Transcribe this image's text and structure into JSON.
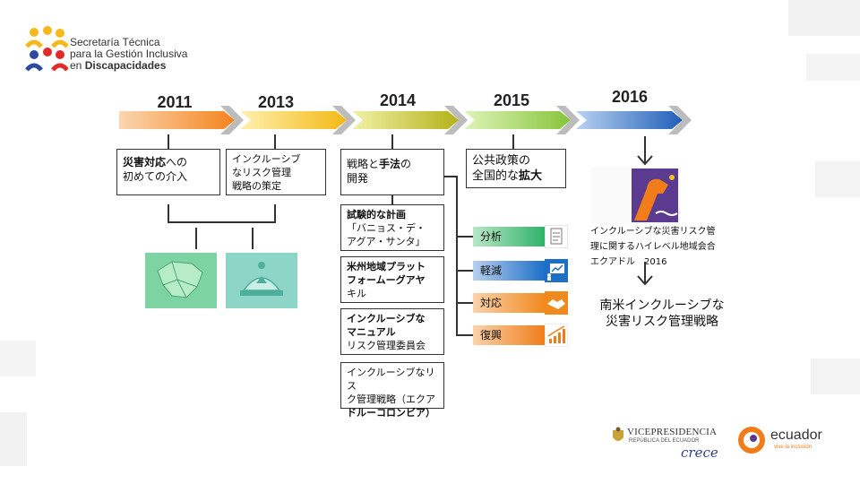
{
  "logo": {
    "line1": "Secretaría Técnica",
    "line2": "para la Gestión Inclusiva",
    "line3_prefix": "en ",
    "line3_bold": "Discapacidades"
  },
  "timeline": {
    "years": [
      "2011",
      "2013",
      "2014",
      "2015",
      "2016"
    ],
    "colors": [
      "#f5891f",
      "#f6c01c",
      "#c5c228",
      "#9fd24a",
      "#2f6fc4"
    ]
  },
  "boxes": {
    "y2011": {
      "bold": "災害対応",
      "rest1": "への",
      "line2": "初めての介入"
    },
    "y2013": {
      "line1": "インクルーシブ",
      "line2": "なリスク管理",
      "line3": "戦略の策定"
    },
    "y2014": {
      "line1_a": "戦略と",
      "line1_b": "手法",
      "line1_c": "の",
      "line2": "開発"
    },
    "y2015": {
      "line1": "公共政策の",
      "line2_a": "全国的な",
      "line2_b": "拡大"
    }
  },
  "sub_items": [
    {
      "bold": "試験的な計画",
      "lines": [
        "「バニョス・デ・",
        "アグア・サンタ」"
      ]
    },
    {
      "bold": "米州地域プラット",
      "lines": [
        "フォームーグアヤ",
        "キル"
      ]
    },
    {
      "bold": "インクルーシブな",
      "lines": [
        "マニュアル",
        "リスク管理委員会"
      ]
    },
    {
      "bold": "",
      "lines": [
        "インクルーシブなリス",
        "ク管理戦略（エクア",
        "ドルーコロンビア）"
      ]
    }
  ],
  "phases": [
    {
      "label": "分析",
      "color": "#2fb26a",
      "icon": "document-icon"
    },
    {
      "label": "軽減",
      "color": "#1e6fc8",
      "icon": "presentation-icon"
    },
    {
      "label": "対応",
      "color": "#f08a1e",
      "icon": "handshake-icon"
    },
    {
      "label": "復興",
      "color": "#f07d1a",
      "icon": "growth-chart-icon"
    }
  ],
  "event2016": {
    "line1": "インクルーシブな災害リスク管",
    "line2": "理に関するハイレベル地域会合",
    "line3": "エクアドル　2016"
  },
  "outcome": {
    "line1": "南米インクルーシブな",
    "line2": "災害リスク管理戦略"
  },
  "footer": {
    "vp_title": "VICEPRESIDENCIA",
    "vp_sub": "REPÚBLICA DEL ECUADOR",
    "vp_script": "crece",
    "ec_name": "ecuador",
    "ec_tag": "vive la inclusión"
  }
}
